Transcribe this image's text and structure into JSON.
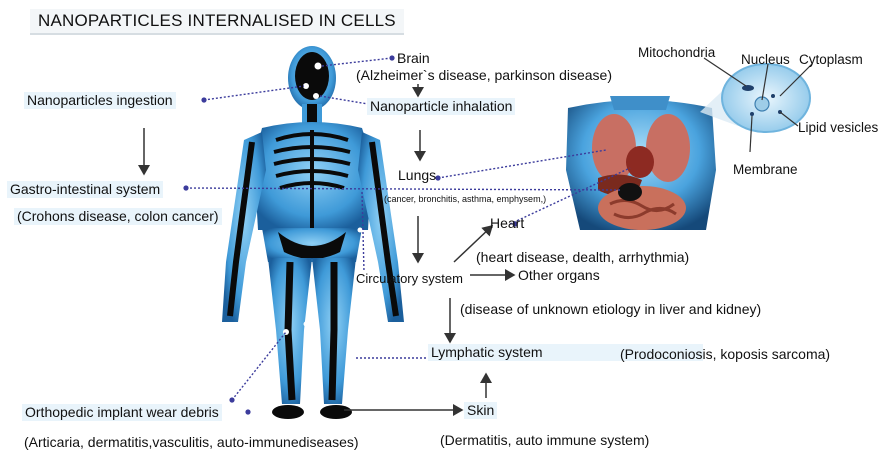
{
  "title": "NANOPARTICLES INTERNALISED IN CELLS",
  "labels": {
    "brain": "Brain",
    "brain_diseases": "(Alzheimer`s disease, parkinson disease)",
    "inhalation": "Nanoparticle inhalation",
    "ingestion": "Nanoparticles ingestion",
    "lungs": "Lungs",
    "lungs_diseases": "(cancer, bronchitis, asthma, emphysem,)",
    "gi": "Gastro-intestinal system",
    "gi_diseases": "(Crohons disease, colon cancer)",
    "heart": "Heart",
    "heart_diseases": "(heart disease, dealth, arrhythmia)",
    "circulatory": "Circulatory system",
    "other_organs": "Other organs",
    "organs_diseases": "(disease of unknown etiology in liver and kidney)",
    "lymphatic": "Lymphatic system",
    "lymphatic_diseases": "(Prodoconiosis, koposis sarcoma)",
    "orthopedic": "Orthopedic implant wear debris",
    "orthopedic_diseases": "(Articaria, dermatitis,vasculitis, auto-immunediseases)",
    "skin": "Skin",
    "skin_diseases": "(Dermatitis, auto immune system)"
  },
  "cell": {
    "mitochondria": "Mitochondria",
    "nucleus": "Nucleus",
    "cytoplasm": "Cytoplasm",
    "lipid_vesicles": "Lipid vesicles",
    "membrane": "Membrane"
  },
  "colors": {
    "body_glow": "#4fa9e6",
    "skeleton": "#0a0a0a",
    "leader_line": "#3c3c9c",
    "arrow": "#333333",
    "organ_red": "#b8453a",
    "cell_fill": "#c9e6f6"
  }
}
